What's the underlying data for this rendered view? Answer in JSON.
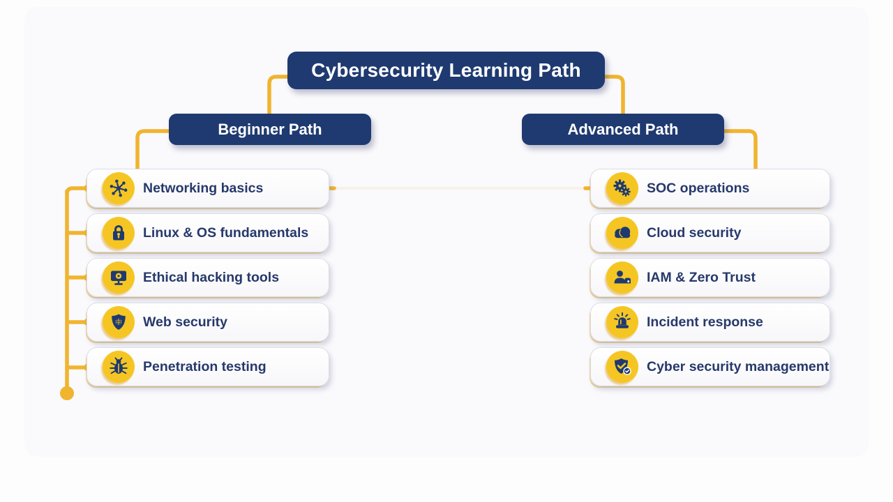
{
  "title": "Cybersecurity Learning Path",
  "colors": {
    "navy": "#1f3a70",
    "text_navy": "#27396b",
    "accent_yellow": "#f0b42e",
    "icon_yellow": "#f5c623"
  },
  "paths": [
    {
      "id": "beginner",
      "label": "Beginner Path",
      "items": [
        {
          "label": "Networking basics",
          "icon": "network-hub"
        },
        {
          "label": "Linux & OS fundamentals",
          "icon": "padlock"
        },
        {
          "label": "Ethical hacking tools",
          "icon": "monitor-bug"
        },
        {
          "label": "Web security",
          "icon": "shield-globe"
        },
        {
          "label": "Penetration testing",
          "icon": "bug"
        }
      ]
    },
    {
      "id": "advanced",
      "label": "Advanced Path",
      "items": [
        {
          "label": "SOC operations",
          "icon": "gears"
        },
        {
          "label": "Cloud security",
          "icon": "cloud"
        },
        {
          "label": "IAM & Zero Trust",
          "icon": "user-id"
        },
        {
          "label": "Incident response",
          "icon": "siren"
        },
        {
          "label": "Cyber security management",
          "icon": "shield-check"
        }
      ]
    }
  ]
}
